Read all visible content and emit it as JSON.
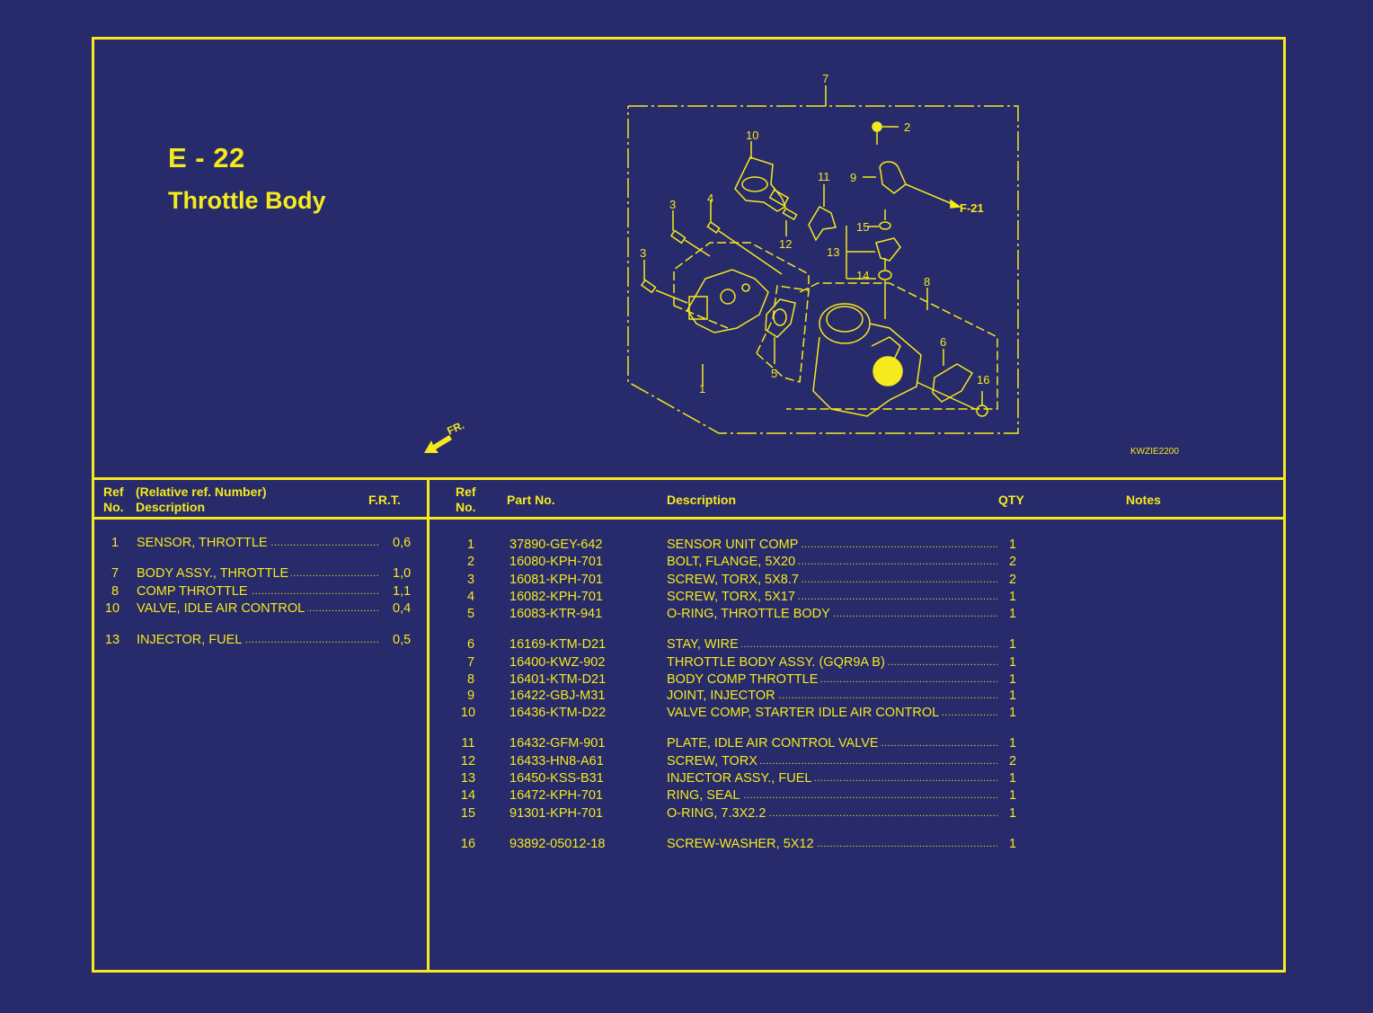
{
  "header": {
    "section_code": "E - 22",
    "section_title": "Throttle Body",
    "front_indicator": "FR.",
    "diagram_code": "KWZIE2200"
  },
  "diagram": {
    "callouts": [
      "7",
      "2",
      "10",
      "11",
      "9",
      "F-21",
      "3",
      "4",
      "12",
      "15",
      "13",
      "3",
      "14",
      "8",
      "1",
      "5",
      "6",
      "16"
    ],
    "reference_link": "F-21"
  },
  "frt_table": {
    "headers": {
      "ref_line1": "Ref",
      "ref_line2": "No.",
      "desc_line1": "(Relative ref. Number)",
      "desc_line2": "Description",
      "frt": "F.R.T."
    },
    "rows": [
      {
        "ref": "1",
        "description": "SENSOR, THROTTLE",
        "frt": "0,6"
      },
      {
        "ref": "7",
        "description": "BODY ASSY., THROTTLE",
        "frt": "1,0"
      },
      {
        "ref": "8",
        "description": "COMP THROTTLE",
        "frt": "1,1"
      },
      {
        "ref": "10",
        "description": "VALVE, IDLE AIR CONTROL",
        "frt": "0,4"
      },
      {
        "ref": "13",
        "description": "INJECTOR, FUEL",
        "frt": "0,5"
      }
    ]
  },
  "parts_table": {
    "headers": {
      "ref_line1": "Ref",
      "ref_line2": "No.",
      "part_no": "Part No.",
      "description": "Description",
      "qty": "QTY",
      "notes": "Notes"
    },
    "rows": [
      {
        "ref": "1",
        "part_no": "37890-GEY-642",
        "description": "SENSOR UNIT COMP",
        "qty": "1"
      },
      {
        "ref": "2",
        "part_no": "16080-KPH-701",
        "description": "BOLT, FLANGE, 5X20",
        "qty": "2"
      },
      {
        "ref": "3",
        "part_no": "16081-KPH-701",
        "description": "SCREW, TORX, 5X8.7",
        "qty": "2"
      },
      {
        "ref": "4",
        "part_no": "16082-KPH-701",
        "description": "SCREW, TORX, 5X17",
        "qty": "1"
      },
      {
        "ref": "5",
        "part_no": "16083-KTR-941",
        "description": "O-RING, THROTTLE BODY",
        "qty": "1"
      },
      {
        "ref": "6",
        "part_no": "16169-KTM-D21",
        "description": "STAY, WIRE",
        "qty": "1"
      },
      {
        "ref": "7",
        "part_no": "16400-KWZ-902",
        "description": "THROTTLE BODY ASSY. (GQR9A B)",
        "qty": "1"
      },
      {
        "ref": "8",
        "part_no": "16401-KTM-D21",
        "description": "BODY COMP THROTTLE",
        "qty": "1"
      },
      {
        "ref": "9",
        "part_no": "16422-GBJ-M31",
        "description": "JOINT, INJECTOR",
        "qty": "1"
      },
      {
        "ref": "10",
        "part_no": "16436-KTM-D22",
        "description": "VALVE COMP, STARTER IDLE AIR CONTROL",
        "qty": "1"
      },
      {
        "ref": "11",
        "part_no": "16432-GFM-901",
        "description": "PLATE, IDLE AIR CONTROL VALVE",
        "qty": "1"
      },
      {
        "ref": "12",
        "part_no": "16433-HN8-A61",
        "description": "SCREW, TORX",
        "qty": "2"
      },
      {
        "ref": "13",
        "part_no": "16450-KSS-B31",
        "description": "INJECTOR ASSY., FUEL",
        "qty": "1"
      },
      {
        "ref": "14",
        "part_no": "16472-KPH-701",
        "description": "RING, SEAL",
        "qty": "1"
      },
      {
        "ref": "15",
        "part_no": "91301-KPH-701",
        "description": "O-RING, 7.3X2.2",
        "qty": "1"
      },
      {
        "ref": "16",
        "part_no": "93892-05012-18",
        "description": "SCREW-WASHER, 5X12",
        "qty": "1"
      }
    ]
  },
  "colors": {
    "background": "#272a6b",
    "foreground": "#f5ea1c"
  }
}
